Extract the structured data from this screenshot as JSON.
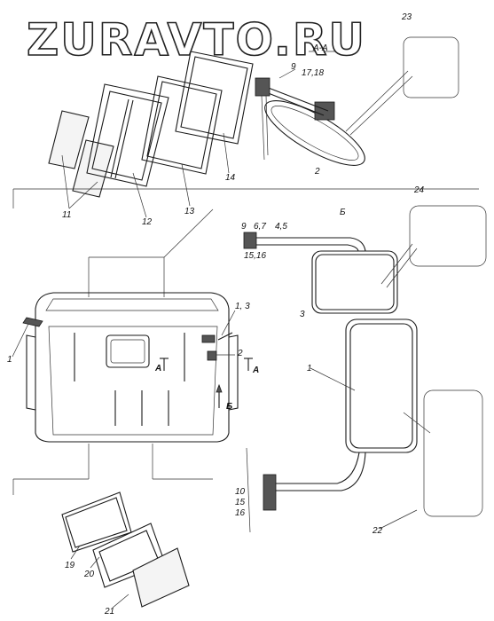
{
  "watermark": "ZURAVTO.RU",
  "section_labels": {
    "section_aa": "А-А",
    "view_b": "Б",
    "cut_a_left": "А",
    "cut_a_right": "А",
    "arrow_b": "Б"
  },
  "callouts": {
    "c1_left": "1",
    "c1_3": "1, 3",
    "c2_main": "2",
    "c2_mirror": "2",
    "c9_top": "9",
    "c17_18": "17,18",
    "c23": "23",
    "c9_mid": "9",
    "c6_7": "6,7",
    "c4_5": "4,5",
    "c15_16": "15,16",
    "c24": "24",
    "c3": "3",
    "c1_big": "1",
    "c10": "10",
    "c15": "15",
    "c16": "16",
    "c22": "22",
    "c11": "11",
    "c12": "12",
    "c13": "13",
    "c14": "14",
    "c19": "19",
    "c20": "20",
    "c21": "21"
  }
}
